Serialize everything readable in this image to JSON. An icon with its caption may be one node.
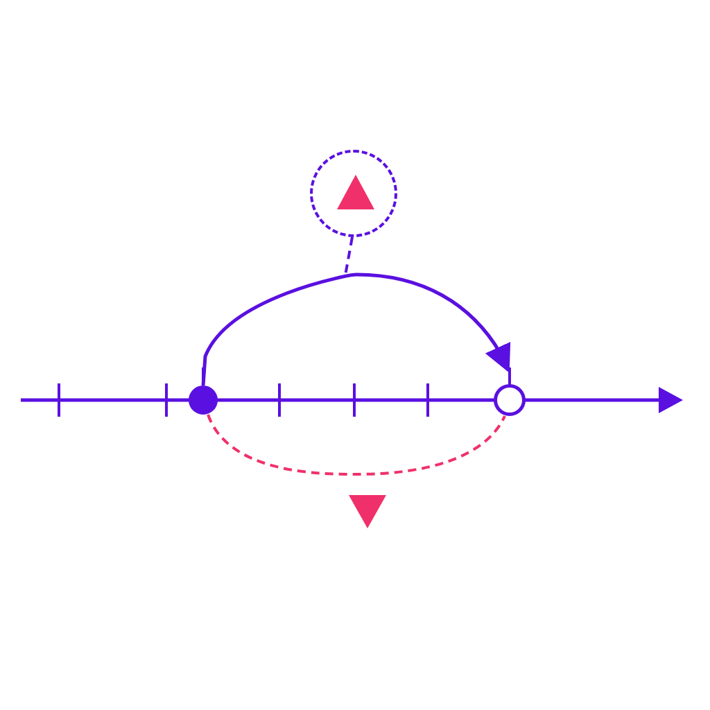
{
  "diagram": {
    "nodes": [
      {
        "text": [],
        "shape": "circle"
      },
      {
        "text": [],
        "shape": "circle"
      },
      {
        "text": [],
        "shape": "circle"
      },
      {
        "text": [],
        "shape": "triangle",
        "in": 2
      },
      {
        "text": [],
        "shape": "triangle"
      }
    ],
    "edges": [
      {
        "from": 0,
        "to": 1,
        "arrow": "to"
      },
      {
        "from": 0,
        "to": 1,
        "arrow": "none",
        "style": "dashed",
        "color": "#f0306a"
      },
      {
        "from": 2,
        "to": null,
        "arrow": "none",
        "style": "dashed"
      }
    ]
  }
}
